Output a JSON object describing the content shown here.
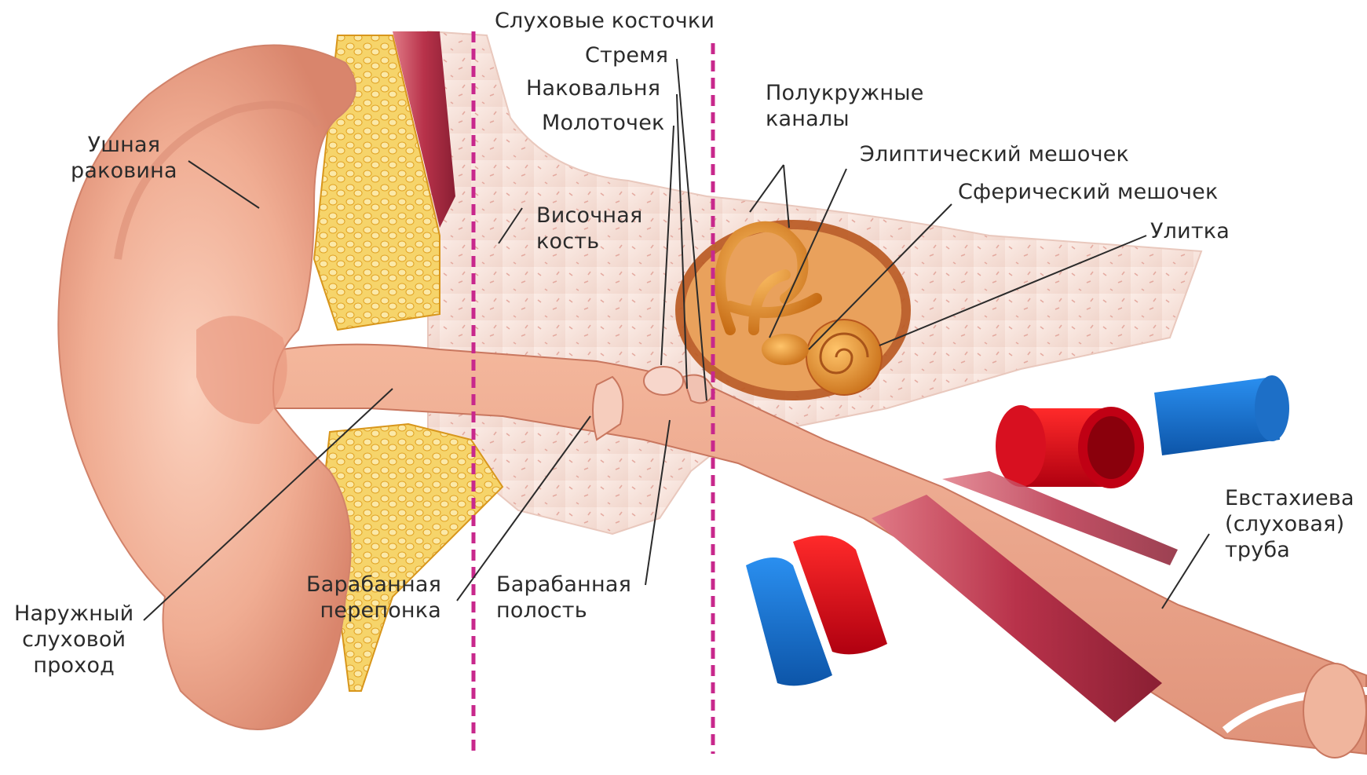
{
  "labels": {
    "ossicles": "Слуховые косточки",
    "stapes": "Стремя",
    "incus": "Наковальня",
    "malleus": "Молоточек",
    "semicircular": "Полукружные\nканалы",
    "utricle": "Элиптический мешочек",
    "saccule": "Сферический мешочек",
    "cochlea": "Улитка",
    "auricle": "Ушная\nраковина",
    "temporal_bone": "Височная\nкость",
    "eardrum": "Барабанная\nперепонка",
    "tympanic_cavity": "Барабанная\nполость",
    "ear_canal": "Наружный\nслуховой\nпроход",
    "eustachian": "Евстахиева\n(слуховая)\nтруба"
  },
  "colors": {
    "skin": "#f3b9a0",
    "skin_dark": "#d98a72",
    "bone": "#f6e4dc",
    "fat": "#f2c23c",
    "muscle": "#b8324a",
    "artery": "#e0101c",
    "vein": "#1676d2",
    "inner_ear": "#e08a2a",
    "divider": "#c8288c",
    "leader": "#2b2b2b"
  }
}
